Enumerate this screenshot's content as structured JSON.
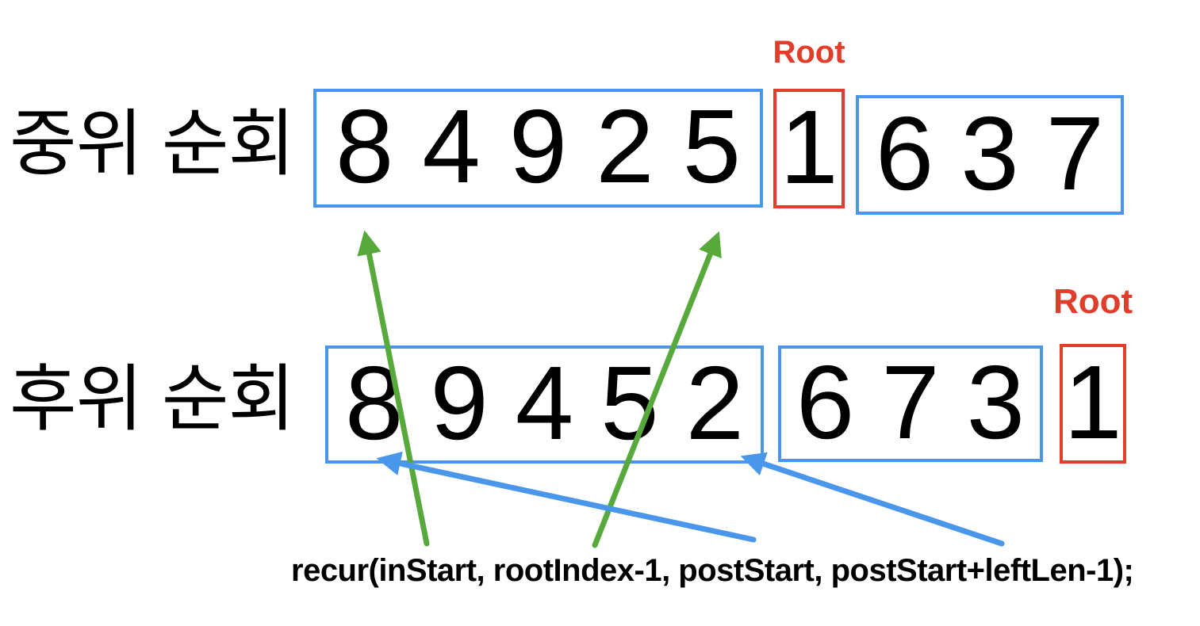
{
  "diagram": {
    "title_note": "binary tree reconstruction from traversals",
    "inorder": {
      "label": "중위 순회",
      "left_values": [
        "8",
        "4",
        "9",
        "2",
        "5"
      ],
      "root_value": "1",
      "right_values": [
        "6",
        "3",
        "7"
      ],
      "root_label": "Root"
    },
    "postorder": {
      "label": "후위 순회",
      "left_values": [
        "8",
        "9",
        "4",
        "5",
        "2"
      ],
      "mid_values": [
        "6",
        "7",
        "3"
      ],
      "root_value": "1",
      "root_label": "Root"
    },
    "code": "recur(inStart, rootIndex-1, postStart, postStart+leftLen-1);",
    "colors": {
      "box_blue": "#4A96EB",
      "box_red": "#E23C2A",
      "arrow_green": "#58A93C",
      "arrow_blue": "#4A96EB",
      "text": "#000000",
      "background": "#FFFFFF"
    }
  }
}
